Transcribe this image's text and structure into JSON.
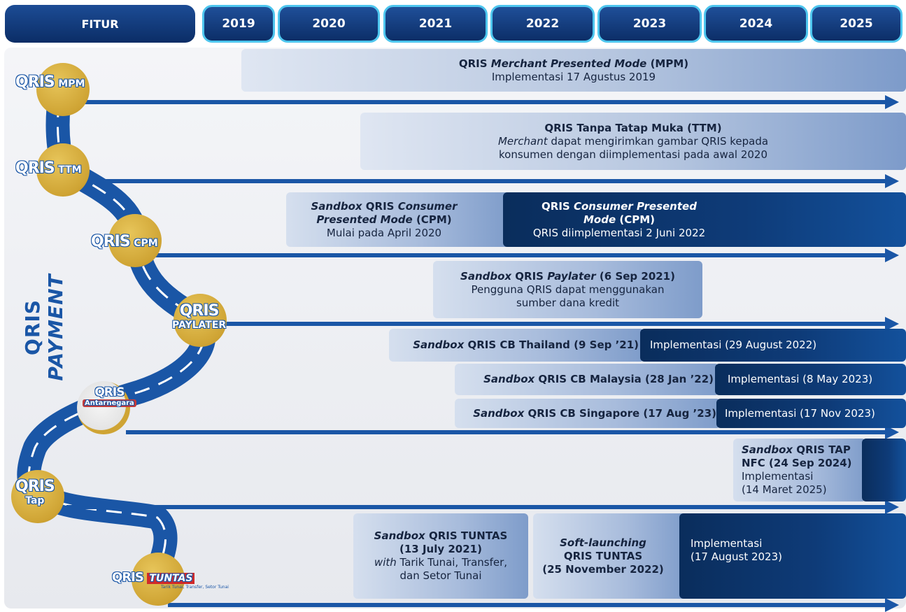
{
  "header": {
    "fitur_label": "FITUR",
    "years": [
      "2019",
      "2020",
      "2021",
      "2022",
      "2023",
      "2024",
      "2025"
    ]
  },
  "side_title": {
    "part1": "QRIS ",
    "part2": "PAYMENT"
  },
  "features": [
    {
      "logo_text": "QRIS",
      "suffix": "MPM"
    },
    {
      "logo_text": "QRIS",
      "suffix": "TTM"
    },
    {
      "logo_text": "QRIS",
      "suffix": "CPM"
    },
    {
      "logo_text": "QRIS",
      "suffix": "PAYLATER"
    },
    {
      "logo_text": "QRIS",
      "suffix": "Antarnegara"
    },
    {
      "logo_text": "QRIS",
      "suffix": "Tap"
    },
    {
      "logo_text": "QRIS",
      "suffix": "TUNTAS",
      "tagline": "Tarik Tunai, Transfer, Setor Tunai"
    }
  ],
  "boxes": {
    "mpm": {
      "l1a": "QRIS ",
      "l1b": "Merchant Presented Mode",
      "l1c": " (MPM)",
      "l2": "Implementasi 17 Agustus 2019"
    },
    "ttm": {
      "l1": "QRIS Tanpa Tatap Muka (TTM)",
      "l2a": "Merchant",
      "l2b": " dapat mengirimkan gambar QRIS kepada",
      "l3": "konsumen dengan diimplementasi pada awal 2020"
    },
    "cpm_sandbox": {
      "l1a": "Sandbox",
      "l1b": " QRIS ",
      "l1c": "Consumer",
      "l2a": "Presented Mode",
      "l2b": " (CPM)",
      "l3": "Mulai pada April 2020"
    },
    "cpm_impl": {
      "l1a": "QRIS ",
      "l1b": "Consumer Presented",
      "l2a": "Mode",
      "l2b": " (CPM)",
      "l3": "QRIS diimplementasi 2 Juni 2022"
    },
    "paylater": {
      "l1a": "Sandbox",
      "l1b": " QRIS ",
      "l1c": "Paylater",
      "l1d": " (6 Sep 2021)",
      "l2": "Pengguna QRIS dapat menggunakan",
      "l3": "sumber dana kredit"
    },
    "cb_thai_sandbox": {
      "a": "Sandbox",
      "b": " QRIS CB Thailand (9 Sep ’21)"
    },
    "cb_thai_impl": "Implementasi (29 August 2022)",
    "cb_my_sandbox": {
      "a": "Sandbox",
      "b": " QRIS CB Malaysia (28 Jan ’22)"
    },
    "cb_my_impl": "Implementasi (8 May 2023)",
    "cb_sg_sandbox": {
      "a": "Sandbox",
      "b": " QRIS CB Singapore (17 Aug ’23)"
    },
    "cb_sg_impl": "Implementasi (17 Nov 2023)",
    "tap": {
      "l1a": "Sandbox",
      "l1b": " QRIS TAP",
      "l2": "NFC (24 Sep 2024)",
      "l3": "Implementasi",
      "l4": "(14 Maret 2025)"
    },
    "tuntas_sandbox": {
      "l1a": "Sandbox",
      "l1b": " QRIS TUNTAS",
      "l2": "(13 July 2021)",
      "l3a": "with",
      "l3b": " Tarik Tunai, Transfer,",
      "l4": "dan Setor Tunai"
    },
    "tuntas_soft": {
      "l1": "Soft-launching",
      "l2": "QRIS TUNTAS",
      "l3": "(25 November 2022)"
    },
    "tuntas_impl": {
      "l1": "Implementasi",
      "l2": "(17 August 2023)"
    }
  },
  "colors": {
    "accent": "#1a56a6",
    "header_border": "#4ec6ee",
    "node_gold": "#cfa434",
    "dark_box": "#0a2d5c"
  }
}
